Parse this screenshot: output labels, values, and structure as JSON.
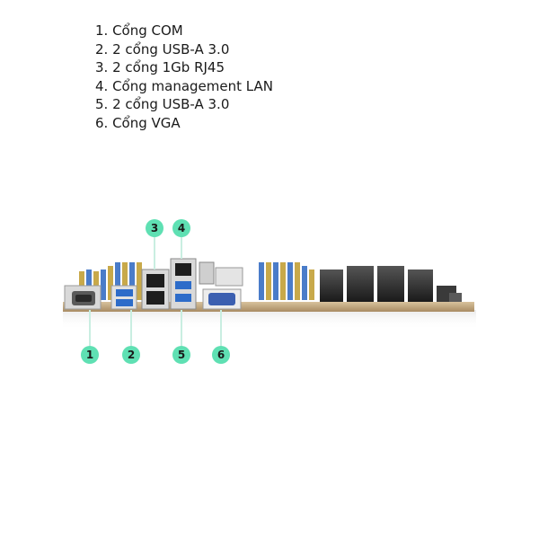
{
  "legend": [
    "1. Cổng COM",
    "2. 2 cổng USB-A 3.0",
    "3. 2 cổng 1Gb RJ45",
    "4. Cổng management LAN",
    "5. 2 cổng USB-A 3.0",
    "6. Cổng VGA"
  ],
  "markers": {
    "m1": "1",
    "m2": "2",
    "m3": "3",
    "m4": "4",
    "m5": "5",
    "m6": "6"
  },
  "colors": {
    "marker": "#5fe0b3",
    "pcb": "#c9b08a",
    "port_blue": "#2d6cc9",
    "heatsink": "#2a2a2a",
    "dimm_slot": "#4a7cc9"
  }
}
